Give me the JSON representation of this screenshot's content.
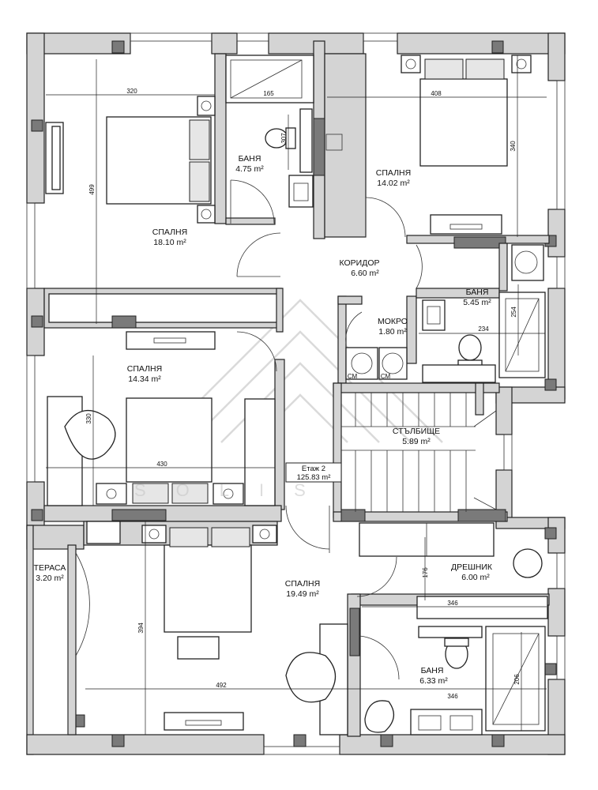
{
  "plan": {
    "rooms": [
      {
        "name": "СПАЛНЯ",
        "area": "18.10 m²"
      },
      {
        "name": "БАНЯ",
        "area": "4.75 m²"
      },
      {
        "name": "СПАЛНЯ",
        "area": "14.02 m²"
      },
      {
        "name": "КОРИДОР",
        "area": "6.60 m²"
      },
      {
        "name": "БАНЯ",
        "area": "5.45 m²"
      },
      {
        "name": "МОКРО",
        "area": "1.80 m²"
      },
      {
        "name": "СПАЛНЯ",
        "area": "14.34 m²"
      },
      {
        "name": "СТЪЛБИЩЕ",
        "area": "5.89 m²"
      },
      {
        "name": "ТЕРАСА",
        "area": "3.20 m²"
      },
      {
        "name": "СПАЛНЯ",
        "area": "19.49 m²"
      },
      {
        "name": "ДРЕШНИК",
        "area": "6.00 m²"
      },
      {
        "name": "БАНЯ",
        "area": "6.33 m²"
      }
    ],
    "floor_label": "Етаж 2",
    "floor_area": "125.83 m²",
    "dimensions": [
      "320",
      "165",
      "307",
      "408",
      "340",
      "499",
      "234",
      "254",
      "330",
      "430",
      "394",
      "492",
      "176",
      "346",
      "346",
      "206"
    ],
    "appliance_labels": [
      "СМ",
      "СМ"
    ],
    "watermark": "SOLIS"
  }
}
